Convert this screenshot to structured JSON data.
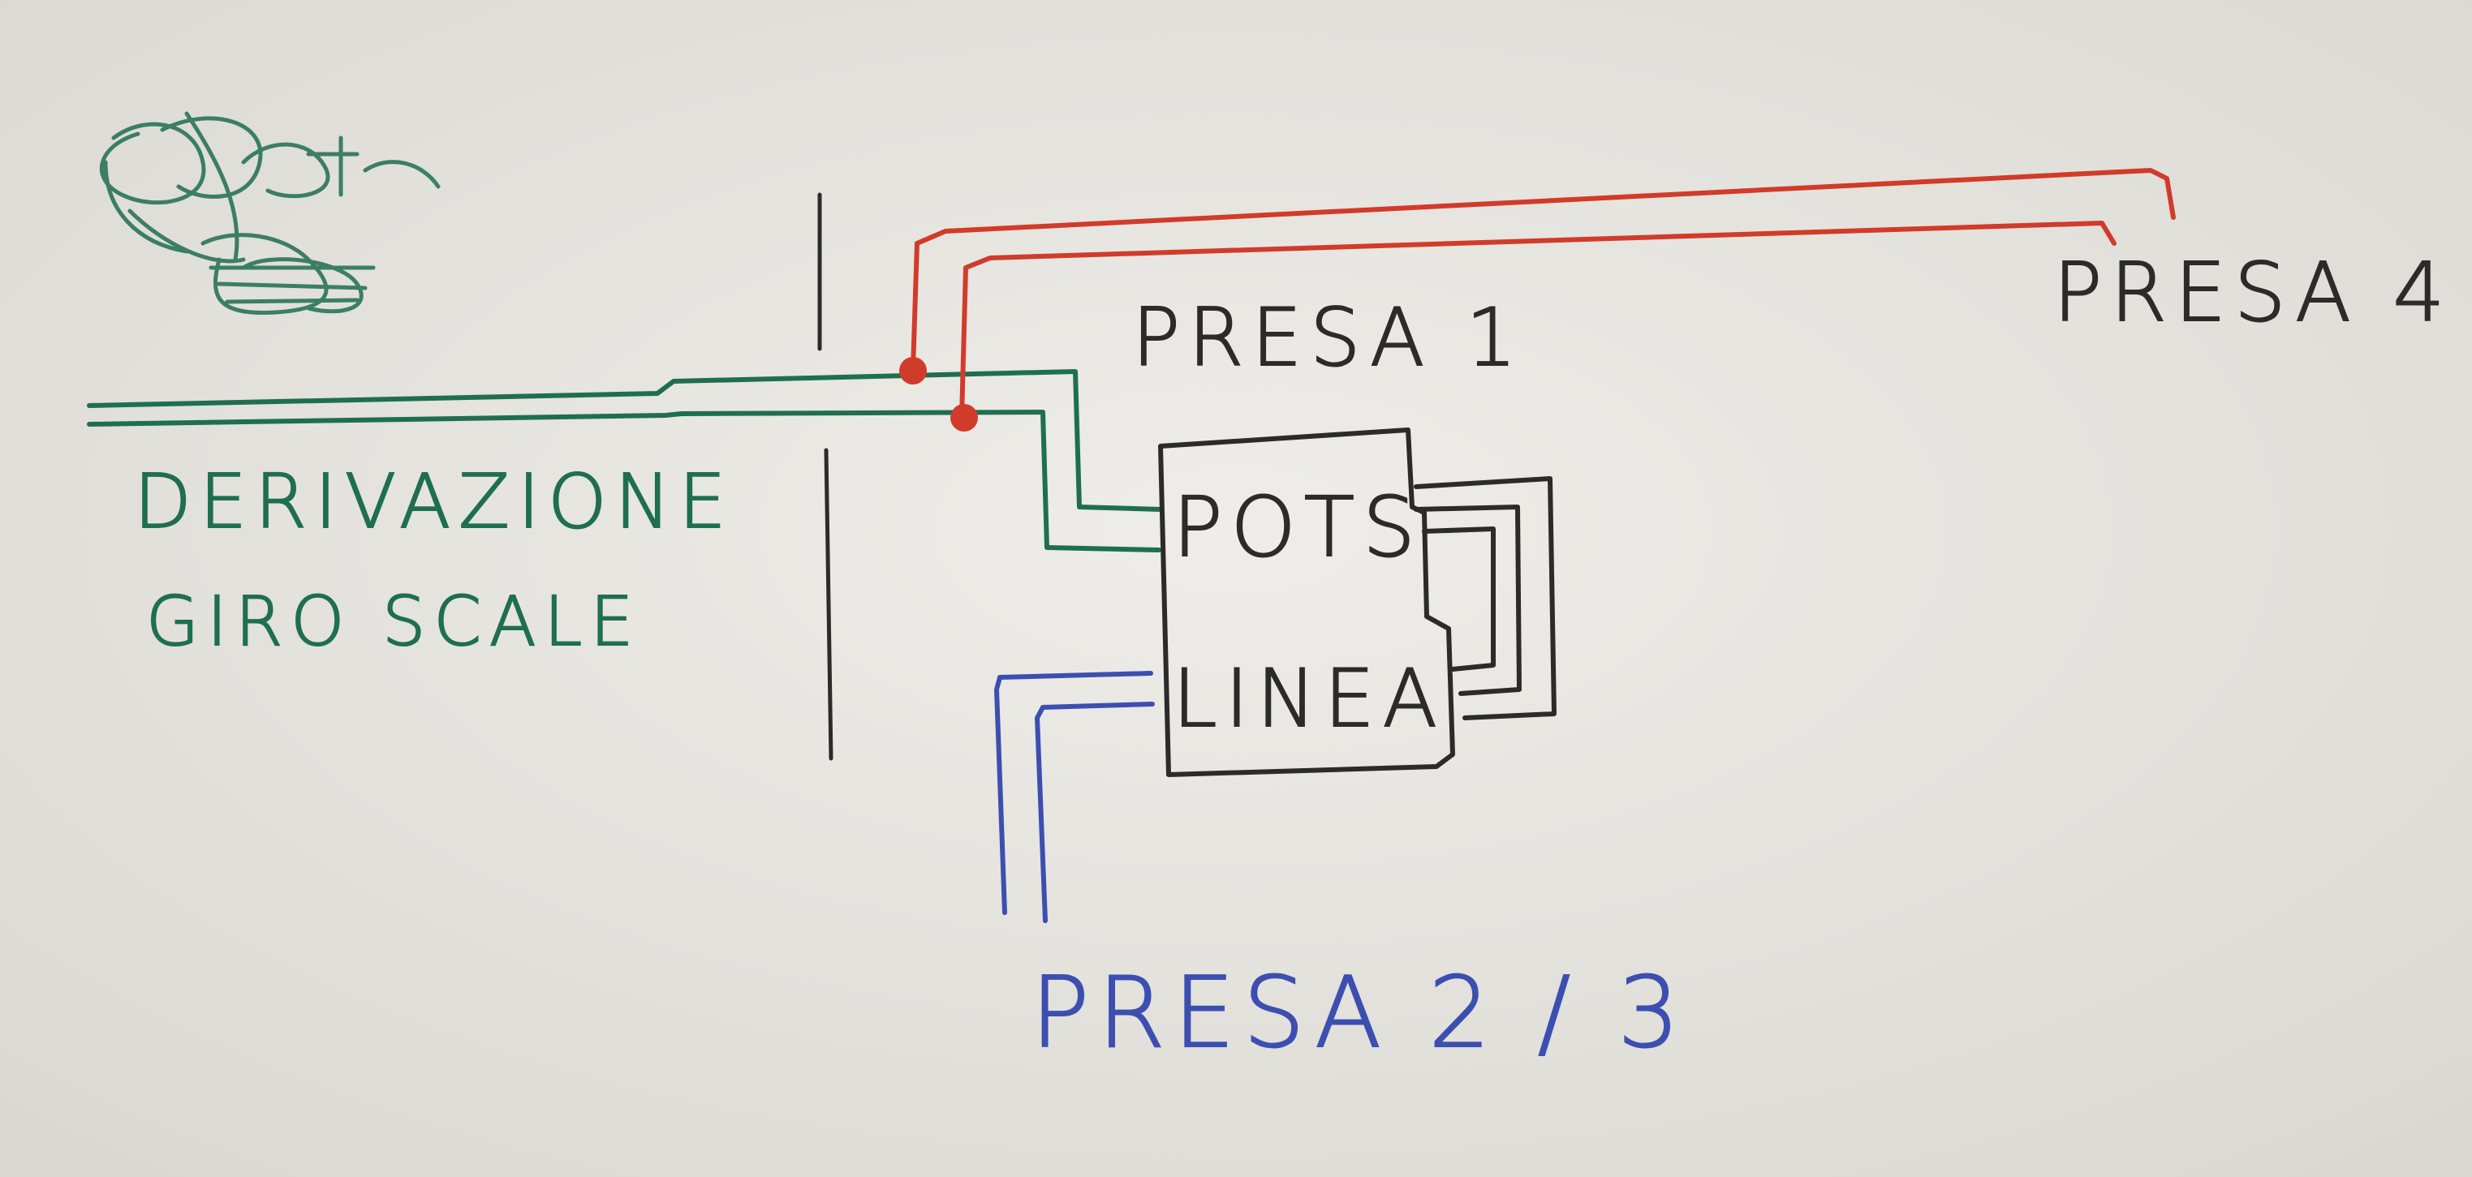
{
  "colors": {
    "paper": "#e6e5e0",
    "green": "#1f6e52",
    "red": "#d13b2a",
    "blue": "#3c4fb0",
    "black": "#2b2b2b"
  },
  "labels": {
    "presa1": "PRESA 1",
    "presa4": "PRESA 4",
    "presa23": "PRESA 2 / 3",
    "derivazione": "DERIVAZIONE",
    "giro_scale": "GIRO SCALE",
    "pots": "POTS",
    "linea": "LINEA"
  }
}
